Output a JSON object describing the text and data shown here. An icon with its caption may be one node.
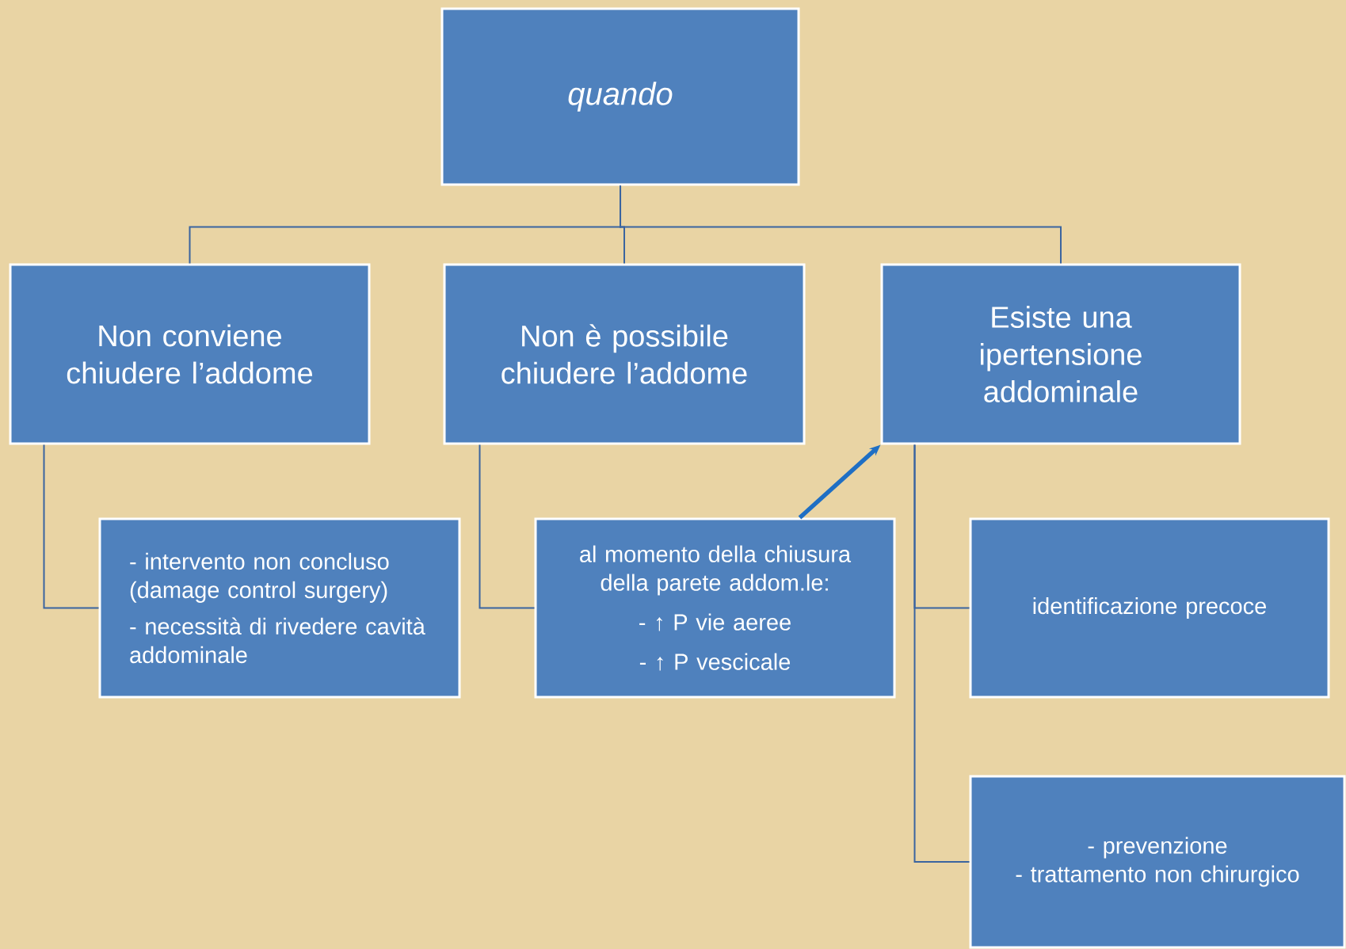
{
  "diagram": {
    "nodes": [
      {
        "text": [
          "quando"
        ]
      },
      {
        "text": [
          "Non conviene chiudere l’addome"
        ]
      },
      {
        "text": [
          "Non è possibile chiudere l’addome"
        ]
      },
      {
        "text": [
          "Esiste una ipertensione addominale"
        ]
      },
      {
        "text": [
          "- intervento non concluso (damage control surgery)",
          "- necessità di rivedere cavità addominale"
        ]
      },
      {
        "text": [
          "al momento della chiusura della parete addom.le:",
          "- ↑ P vie aeree",
          "- ↑ P vescicale"
        ]
      },
      {
        "text": [
          "identificazione precoce"
        ]
      },
      {
        "text": [
          "- prevenzione",
          "- trattamento non chirurgico"
        ]
      }
    ],
    "edges": [
      {
        "from": 0,
        "to": 1,
        "arrow": "none"
      },
      {
        "from": 0,
        "to": 2,
        "arrow": "none"
      },
      {
        "from": 0,
        "to": 3,
        "arrow": "none"
      },
      {
        "from": 1,
        "to": 4,
        "arrow": "none"
      },
      {
        "from": 2,
        "to": 5,
        "arrow": "none"
      },
      {
        "from": 3,
        "to": 6,
        "arrow": "none"
      },
      {
        "from": 3,
        "to": 7,
        "arrow": "none"
      },
      {
        "from": 5,
        "to": 3,
        "arrow": "to",
        "style": "thick",
        "color": "#1f6fc4"
      }
    ]
  }
}
